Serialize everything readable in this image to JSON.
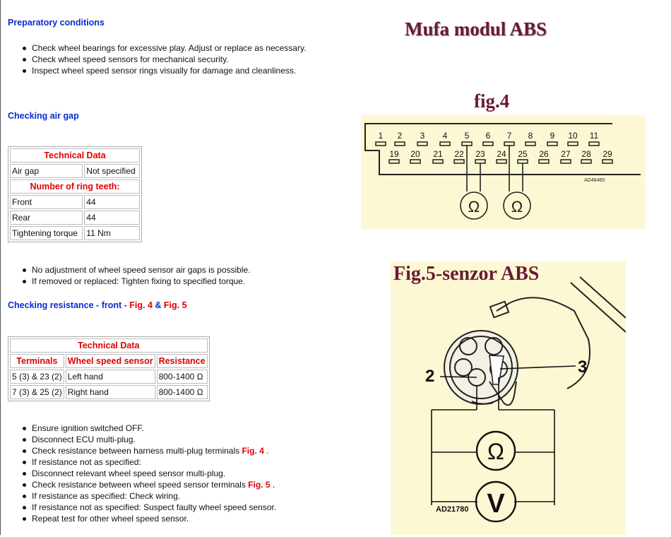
{
  "sections": {
    "prep_title": "Preparatory conditions",
    "prep_items": [
      "Check wheel bearings for excessive play. Adjust or replace as necessary.",
      "Check wheel speed sensors for mechanical security.",
      "Inspect wheel speed sensor rings visually for damage and cleanliness."
    ],
    "airgap_title": "Checking air gap",
    "table1": {
      "header": "Technical Data",
      "air_gap_label": "Air gap",
      "air_gap_value": "Not specified",
      "ring_header": "Number of ring teeth:",
      "front_label": "Front",
      "front_value": "44",
      "rear_label": "Rear",
      "rear_value": "44",
      "torque_label": "Tightening torque",
      "torque_value": "11 Nm"
    },
    "airgap_items": [
      "No adjustment of wheel speed sensor air gaps is possible.",
      "If removed or replaced: Tighten fixing to specified torque."
    ],
    "resistance_title_prefix": "Checking resistance - front - ",
    "fig4_link": "Fig. 4",
    "amp": " & ",
    "fig5_link": "Fig. 5",
    "table2": {
      "header": "Technical Data",
      "col_terminals": "Terminals",
      "col_sensor": "Wheel speed sensor",
      "col_resistance": "Resistance",
      "rows": [
        {
          "terminals": "5 (3) & 23 (2)",
          "sensor": "Left hand",
          "resistance": "800-1400 Ω"
        },
        {
          "terminals": "7 (3) & 25 (2)",
          "sensor": "Right hand",
          "resistance": "800-1400 Ω"
        }
      ]
    },
    "steps": [
      {
        "text": "Ensure ignition switched OFF.",
        "ref": ""
      },
      {
        "text": "Disconnect ECU multi-plug.",
        "ref": ""
      },
      {
        "text": "Check resistance between harness multi-plug terminals ",
        "ref": "Fig. 4",
        "tail": " ."
      },
      {
        "text": "If resistance not as specified:",
        "ref": ""
      },
      {
        "text": "Disconnect relevant wheel speed sensor multi-plug.",
        "ref": ""
      },
      {
        "text": "Check resistance between wheel speed sensor terminals ",
        "ref": "Fig. 5",
        "tail": " ."
      },
      {
        "text": "If resistance as specified: Check wiring.",
        "ref": ""
      },
      {
        "text": "If resistance not as specified: Suspect faulty wheel speed sensor.",
        "ref": ""
      },
      {
        "text": "Repeat test for other wheel speed sensor.",
        "ref": ""
      }
    ]
  },
  "figures": {
    "mufa_title": "Mufa modul ABS",
    "fig4_title": "fig.4",
    "fig4_top_pins": [
      "1",
      "2",
      "3",
      "4",
      "5",
      "6",
      "7",
      "8",
      "9",
      "10",
      "11"
    ],
    "fig4_bottom_pins": [
      "19",
      "20",
      "21",
      "22",
      "23",
      "24",
      "25",
      "26",
      "27",
      "28",
      "29"
    ],
    "fig4_code": "AD46460",
    "ohm_symbol": "Ω",
    "fig5_title": "Fig.5-senzor ABS",
    "fig5_label_2": "2",
    "fig5_label_3": "3",
    "fig5_volt_symbol": "V",
    "fig5_code": "AD21780"
  },
  "colors": {
    "heading_blue": "#0a2bd0",
    "accent_red": "#e00000",
    "figure_title": "#6b1a35",
    "figure_panel": "#fdf8d4"
  }
}
